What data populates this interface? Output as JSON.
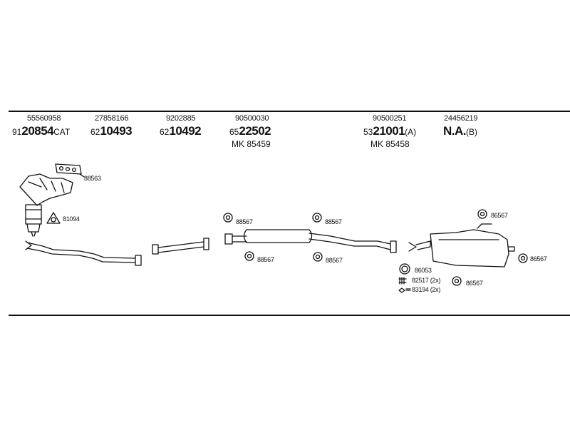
{
  "header": {
    "columns": [
      {
        "part_number": "55560958",
        "code_prefix": "91",
        "code_main": "20854",
        "code_suffix": "CAT",
        "mk": ""
      },
      {
        "part_number": "27858166",
        "code_prefix": "62",
        "code_main": "10493",
        "code_suffix": "",
        "mk": ""
      },
      {
        "part_number": "9202885",
        "code_prefix": "62",
        "code_main": "10492",
        "code_suffix": "",
        "mk": ""
      },
      {
        "part_number": "90500030",
        "code_prefix": "65",
        "code_main": "22502",
        "code_suffix": "",
        "mk": "MK  85459"
      },
      {
        "part_number": "90500251",
        "code_prefix": "53",
        "code_main": "21001",
        "code_suffix": "(A)",
        "mk": "MK  85458"
      },
      {
        "part_number": "24456219",
        "code_prefix": "",
        "code_main": "N.A.",
        "code_suffix": "(B)",
        "mk": ""
      }
    ]
  },
  "callouts": {
    "gasket": "88563",
    "clamp_front": "81094",
    "mount_1": "88567",
    "mount_2": "88567",
    "mount_3": "88567",
    "mount_4": "88567",
    "mount_5": "86567",
    "mount_6": "86567",
    "mount_7": "86567",
    "ring": "86053",
    "bolt": "82517 (2x)",
    "nut": "83194 (2x)"
  }
}
